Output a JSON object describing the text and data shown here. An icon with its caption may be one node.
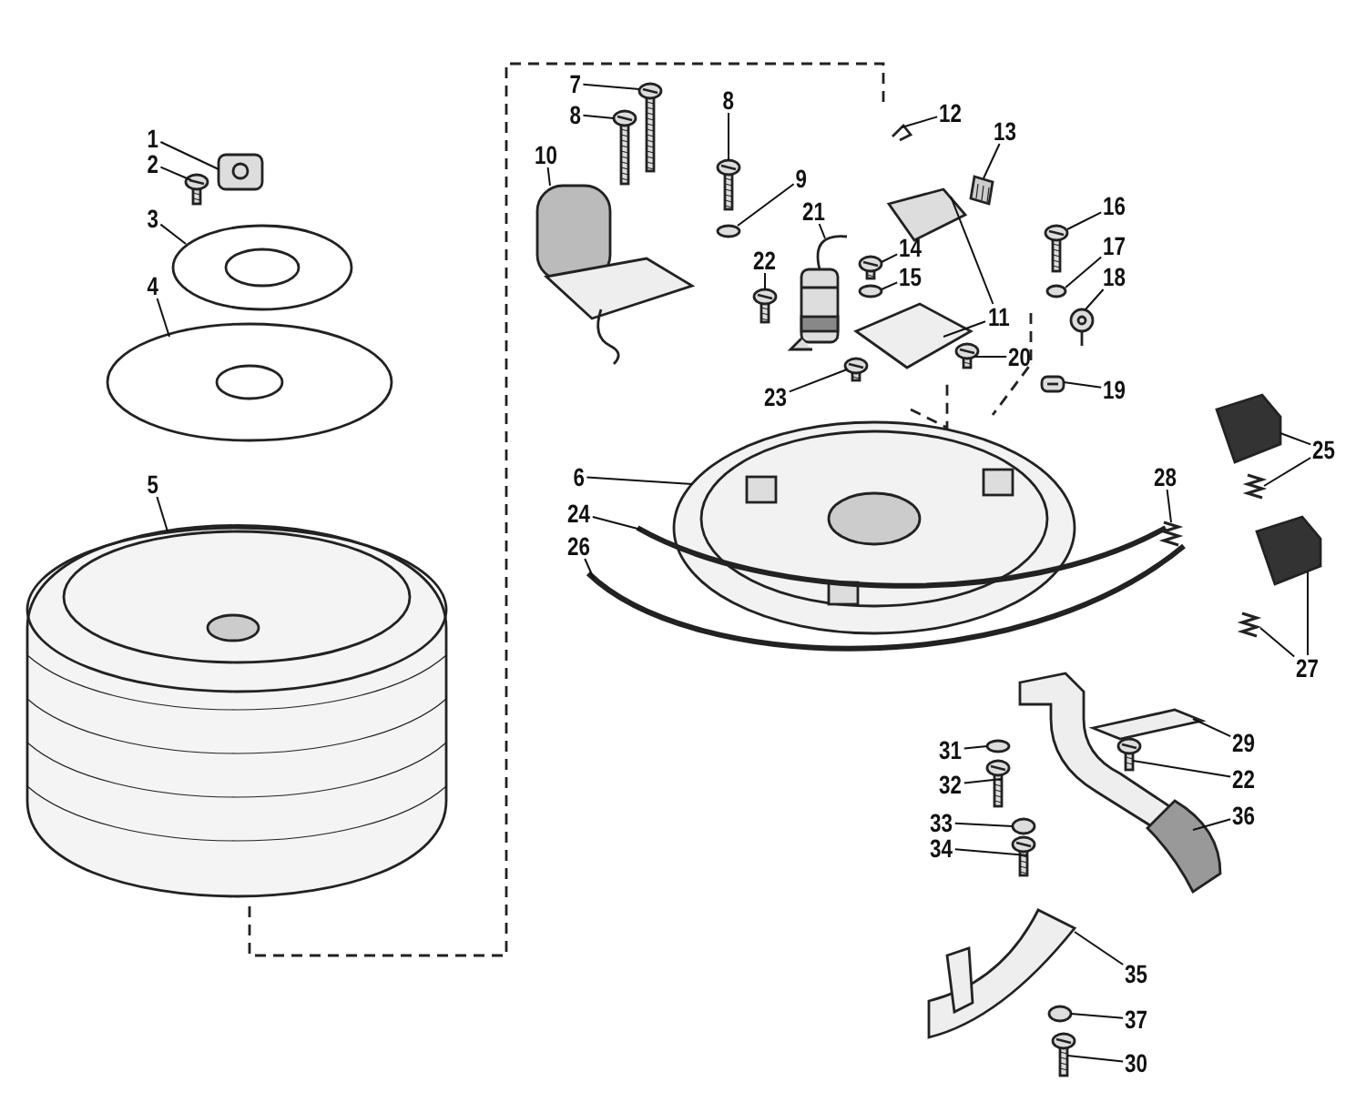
{
  "diagram": {
    "nodes": [
      {
        "text": [
          "1"
        ]
      },
      {
        "text": [
          "2"
        ]
      },
      {
        "text": [
          "3"
        ]
      },
      {
        "text": [
          "4"
        ]
      },
      {
        "text": [
          "5"
        ]
      },
      {
        "text": [
          "7"
        ]
      },
      {
        "text": [
          "8"
        ]
      },
      {
        "text": [
          "10"
        ]
      },
      {
        "text": [
          "8"
        ]
      },
      {
        "text": [
          "9"
        ]
      },
      {
        "text": [
          "21"
        ]
      },
      {
        "text": [
          "22"
        ]
      },
      {
        "text": [
          "12"
        ]
      },
      {
        "text": [
          "13"
        ]
      },
      {
        "text": [
          "16"
        ]
      },
      {
        "text": [
          "14"
        ]
      },
      {
        "text": [
          "15"
        ]
      },
      {
        "text": [
          "11"
        ]
      },
      {
        "text": [
          "17"
        ]
      },
      {
        "text": [
          "18"
        ]
      },
      {
        "text": [
          "20"
        ]
      },
      {
        "text": [
          "19"
        ]
      },
      {
        "text": [
          "23"
        ]
      },
      {
        "text": [
          "25"
        ]
      },
      {
        "text": [
          "6"
        ]
      },
      {
        "text": [
          "28"
        ]
      },
      {
        "text": [
          "24"
        ]
      },
      {
        "text": [
          "26"
        ]
      },
      {
        "text": [
          "27"
        ]
      },
      {
        "text": [
          "29"
        ]
      },
      {
        "text": [
          "31"
        ]
      },
      {
        "text": [
          "22"
        ]
      },
      {
        "text": [
          "32"
        ]
      },
      {
        "text": [
          "36"
        ]
      },
      {
        "text": [
          "33"
        ]
      },
      {
        "text": [
          "34"
        ]
      },
      {
        "text": [
          "35"
        ]
      },
      {
        "text": [
          "37"
        ]
      },
      {
        "text": [
          "30"
        ]
      },
      {
        "text": [],
        "shape": "picture"
      },
      {
        "text": [],
        "shape": "picture"
      },
      {
        "text": [],
        "shape": "picture"
      },
      {
        "text": [],
        "shape": "picture"
      },
      {
        "text": [],
        "shape": "picture"
      },
      {
        "text": [],
        "shape": "picture"
      },
      {
        "text": [],
        "shape": "picture"
      },
      {
        "text": [],
        "shape": "picture"
      },
      {
        "text": [],
        "shape": "picture"
      },
      {
        "text": [],
        "shape": "circle"
      },
      {
        "text": [],
        "shape": "picture"
      },
      {
        "text": [],
        "shape": "picture"
      },
      {
        "text": [],
        "shape": "picture"
      },
      {
        "text": [],
        "shape": "picture"
      },
      {
        "text": [],
        "shape": "picture"
      },
      {
        "text": [],
        "shape": "picture"
      },
      {
        "text": [],
        "shape": "circle"
      },
      {
        "text": [],
        "shape": "picture"
      },
      {
        "text": [],
        "shape": "picture"
      },
      {
        "text": [],
        "shape": "circle"
      },
      {
        "text": [],
        "shape": "picture"
      },
      {
        "text": [],
        "shape": "picture"
      },
      {
        "text": [],
        "shape": "picture"
      },
      {
        "text": [],
        "shape": "picture"
      },
      {
        "text": [],
        "shape": "picture"
      },
      {
        "text": [],
        "shape": "picture"
      },
      {
        "text": [],
        "shape": "picture"
      },
      {
        "text": [],
        "shape": "picture"
      },
      {
        "text": [],
        "shape": "picture"
      },
      {
        "text": [],
        "shape": "picture"
      },
      {
        "text": [],
        "shape": "picture"
      },
      {
        "text": [],
        "shape": "picture"
      },
      {
        "text": [],
        "shape": "picture"
      },
      {
        "text": [],
        "shape": "circle"
      },
      {
        "text": [],
        "shape": "picture"
      },
      {
        "text": [],
        "shape": "picture"
      },
      {
        "text": [],
        "shape": "picture"
      },
      {
        "text": [],
        "shape": "circle"
      },
      {
        "text": [],
        "shape": "picture"
      },
      {
        "text": [],
        "shape": "picture"
      },
      {
        "text": [],
        "shape": "circle"
      },
      {
        "text": [],
        "shape": "picture"
      }
    ],
    "edges": [
      {
        "from": 0,
        "to": 39,
        "arrow": "none"
      },
      {
        "from": 1,
        "to": 40,
        "arrow": "none"
      },
      {
        "from": 2,
        "to": 41,
        "arrow": "none"
      },
      {
        "from": 3,
        "to": 42,
        "arrow": "none"
      },
      {
        "from": 4,
        "to": 43,
        "arrow": "none"
      },
      {
        "from": 5,
        "to": 44,
        "arrow": "none"
      },
      {
        "from": 6,
        "to": 45,
        "arrow": "none"
      },
      {
        "from": 7,
        "to": 46,
        "arrow": "none"
      },
      {
        "from": 8,
        "to": 47,
        "arrow": "none"
      },
      {
        "from": 9,
        "to": 48,
        "arrow": "none"
      },
      {
        "from": 10,
        "to": 49,
        "arrow": "none"
      },
      {
        "from": 11,
        "to": 50,
        "arrow": "none"
      },
      {
        "from": 12,
        "to": 51,
        "arrow": "none"
      },
      {
        "from": 13,
        "to": 52,
        "arrow": "none"
      },
      {
        "from": 14,
        "to": 53,
        "arrow": "none"
      },
      {
        "from": 15,
        "to": 54,
        "arrow": "none"
      },
      {
        "from": 16,
        "to": 55,
        "arrow": "none"
      },
      {
        "from": 17,
        "to": 56,
        "arrow": "none"
      },
      {
        "from": 17,
        "to": 57,
        "arrow": "none"
      },
      {
        "from": 18,
        "to": 58,
        "arrow": "none"
      },
      {
        "from": 19,
        "to": 59,
        "arrow": "none"
      },
      {
        "from": 20,
        "to": 60,
        "arrow": "none"
      },
      {
        "from": 21,
        "to": 61,
        "arrow": "none"
      },
      {
        "from": 22,
        "to": 62,
        "arrow": "none"
      },
      {
        "from": 23,
        "to": 63,
        "arrow": "none"
      },
      {
        "from": 23,
        "to": 64,
        "arrow": "none"
      },
      {
        "from": 24,
        "to": 65,
        "arrow": "none"
      },
      {
        "from": 25,
        "to": 66,
        "arrow": "none"
      },
      {
        "from": 26,
        "to": 67,
        "arrow": "none"
      },
      {
        "from": 27,
        "to": 68,
        "arrow": "none"
      },
      {
        "from": 28,
        "to": 69,
        "arrow": "none"
      },
      {
        "from": 28,
        "to": 70,
        "arrow": "none"
      },
      {
        "from": 29,
        "to": 71,
        "arrow": "none"
      },
      {
        "from": 30,
        "to": 72,
        "arrow": "none"
      },
      {
        "from": 31,
        "to": 73,
        "arrow": "none"
      },
      {
        "from": 32,
        "to": 74,
        "arrow": "none"
      },
      {
        "from": 33,
        "to": 75,
        "arrow": "none"
      },
      {
        "from": 34,
        "to": 76,
        "arrow": "none"
      },
      {
        "from": 35,
        "to": 77,
        "arrow": "none"
      },
      {
        "from": 36,
        "to": 78,
        "arrow": "none"
      },
      {
        "from": 37,
        "to": 79,
        "arrow": "none"
      },
      {
        "from": 38,
        "to": 80,
        "arrow": "none"
      }
    ]
  }
}
